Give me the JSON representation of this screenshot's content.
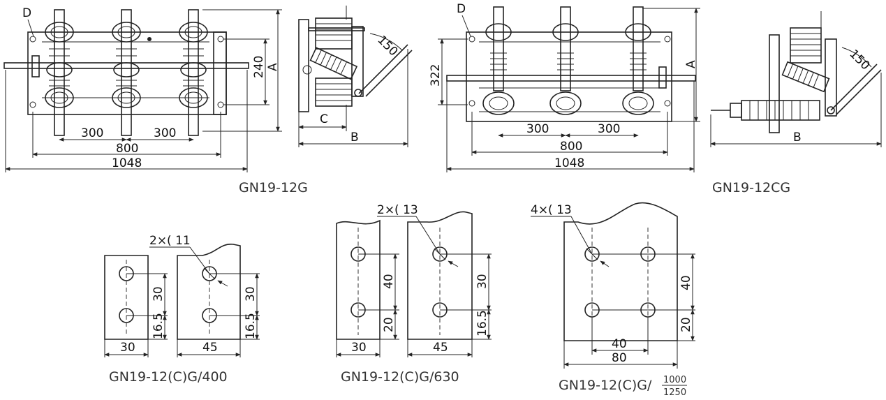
{
  "drawings": {
    "top_left": {
      "caption": "GN19-12G",
      "label_d": "D",
      "dim_a": "A",
      "dim_240": "240",
      "dim_300_left": "300",
      "dim_300_right": "300",
      "dim_800": "800",
      "dim_1048": "1048"
    },
    "top_left_side": {
      "dim_150": "150",
      "dim_c": "C",
      "dim_b": "B"
    },
    "top_right": {
      "caption": "GN19-12CG",
      "label_d": "D",
      "dim_a": "A",
      "dim_322": "322",
      "dim_300_left": "300",
      "dim_300_right": "300",
      "dim_800": "800",
      "dim_1048": "1048"
    },
    "top_right_side": {
      "dim_150": "150",
      "dim_b": "B"
    },
    "detail_400": {
      "caption": "GN19-12(C)G/400",
      "holes": "2×( 11",
      "dim_30_a": "30",
      "dim_16_5_a": "16.5",
      "dim_30_b": "30",
      "dim_16_5_b": "16.5",
      "width_30": "30",
      "width_45": "45"
    },
    "detail_630": {
      "caption": "GN19-12(C)G/630",
      "holes": "2×( 13",
      "dim_40": "40",
      "dim_20": "20",
      "dim_30": "30",
      "dim_16_5": "16.5",
      "width_30": "30",
      "width_45": "45"
    },
    "detail_1000": {
      "caption_main": "GN19-12(C)G/",
      "caption_top": "1000",
      "caption_bottom": "1250",
      "holes": "4×( 13",
      "dim_40_v": "40",
      "dim_20_v": "20",
      "dim_40_h": "40",
      "dim_80_h": "80"
    }
  },
  "colors": {
    "line": "#222222",
    "caption": "#333333",
    "background": "#ffffff"
  }
}
